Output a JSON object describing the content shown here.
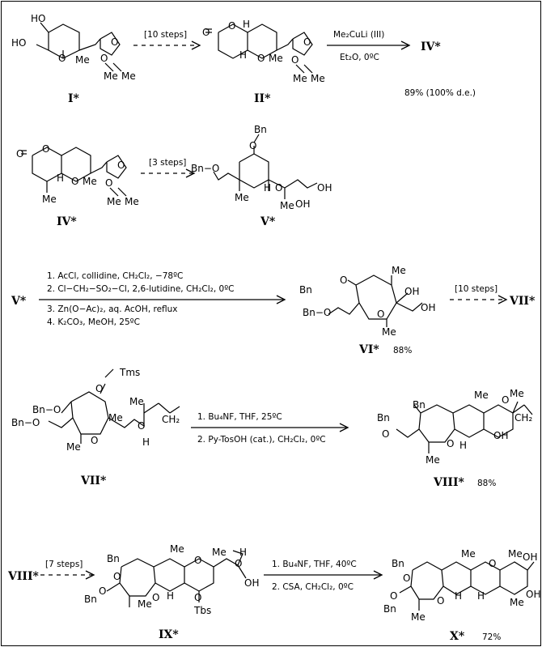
{
  "compounds": {
    "I": "I*",
    "II": "II*",
    "IV_a": "IV*",
    "IV_b": "IV*",
    "V_a": "V*",
    "V_b": "V*",
    "VI": "VI*",
    "VII_a": "VII*",
    "VII_b": "VII*",
    "VIII_a": "VIII*",
    "VIII_b": "VIII*",
    "IX": "IX*",
    "X": "X*"
  },
  "steps": {
    "s1": "[10 steps]",
    "s2": "[3 steps]",
    "s3": "[10 steps]",
    "s4": "[7 steps]"
  },
  "conditions": {
    "r1_line1": "Me₂CuLi   (III)",
    "r1_line2": "Et₂O,  0ºC",
    "r3_line1": "1. AcCl, collidine, CH₂Cl₂, −78ºC",
    "r3_line2": "2. Cl−CH₂−SO₂−Cl, 2,6-lutidine, CH₂Cl₂, 0ºC",
    "r3_line3": "3. Zn(O−Ac)₂, aq. AcOH,   reflux",
    "r3_line4": "4. K₂CO₃, MeOH, 25ºC",
    "r5_line1": "1. Bu₄NF,  THF,  25ºC",
    "r5_line2": "2. Py-TosOH (cat.), CH₂Cl₂, 0ºC",
    "r7_line1": "1. Bu₄NF, THF, 40ºC",
    "r7_line2": "2. CSA, CH₂Cl₂, 0ºC"
  },
  "yields": {
    "IV": "89% (100% d.e.)",
    "VI": "88%",
    "VIII": "88%",
    "X": "72%"
  },
  "atoms": {
    "HO": "HO",
    "OH": "OH",
    "O": "O",
    "H": "H",
    "Me": "Me",
    "Bn": "Bn",
    "BnO": "Bn−O",
    "Tms": "Tms",
    "Tbs": "Tbs",
    "CH2": "CH₂",
    "Bn_O": "Bn",
    "Me2": "Me"
  }
}
